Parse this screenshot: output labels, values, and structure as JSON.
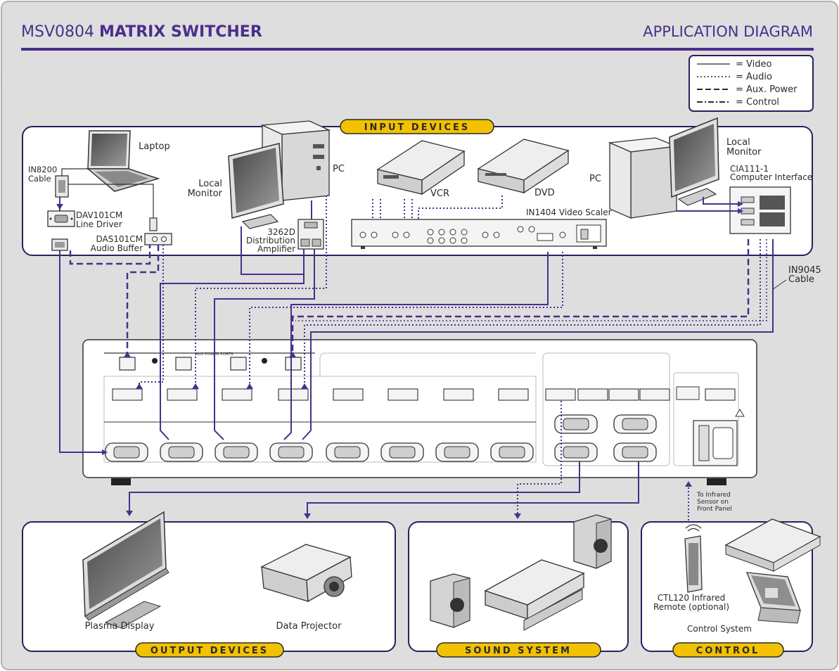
{
  "header": {
    "model": "MSV0804",
    "product": "MATRIX SWITCHER",
    "right_title": "APPLICATION DIAGRAM"
  },
  "legend": [
    {
      "style": "solid",
      "label": "=  Video"
    },
    {
      "style": "dotted",
      "label": "=  Audio"
    },
    {
      "style": "dashed",
      "label": "=  Aux. Power"
    },
    {
      "style": "dashdot",
      "label": "=  Control"
    }
  ],
  "sections": {
    "input": "INPUT DEVICES",
    "output": "OUTPUT DEVICES",
    "sound": "SOUND SYSTEM",
    "control": "CONTROL"
  },
  "labels": {
    "laptop": "Laptop",
    "in8200_1": "IN8200",
    "in8200_2": "Cable",
    "dav_1": "DAV101CM",
    "dav_2": "Line Driver",
    "das_1": "DAS101CM",
    "das_2": "Audio Buffer",
    "local_monitor_1a": "Local",
    "local_monitor_1b": "Monitor",
    "pc_1": "PC",
    "da_1": "3262D",
    "da_2": "Distribution",
    "da_3": "Amplifier",
    "vcr": "VCR",
    "dvd": "DVD",
    "scaler": "IN1404 Video Scaler",
    "pc_2": "PC",
    "local_monitor_2a": "Local",
    "local_monitor_2b": "Monitor",
    "cia_1": "CIA111-1",
    "cia_2": "Computer Interface",
    "in9045_1": "IN9045",
    "in9045_2": "Cable",
    "aux_ports": "AUX POWER PORTS",
    "ir_1": "To Infrared",
    "ir_2": "Sensor on",
    "ir_3": "Front Panel",
    "plasma": "Plasma Display",
    "projector": "Data Projector",
    "remote_1": "CTL120 Infrared",
    "remote_2": "Remote (optional)",
    "control_system": "Control System"
  },
  "colors": {
    "accent": "#4a2f8c",
    "pill": "#f2c100",
    "panel_bg": "#dedede",
    "border": "#2b1f5e"
  }
}
